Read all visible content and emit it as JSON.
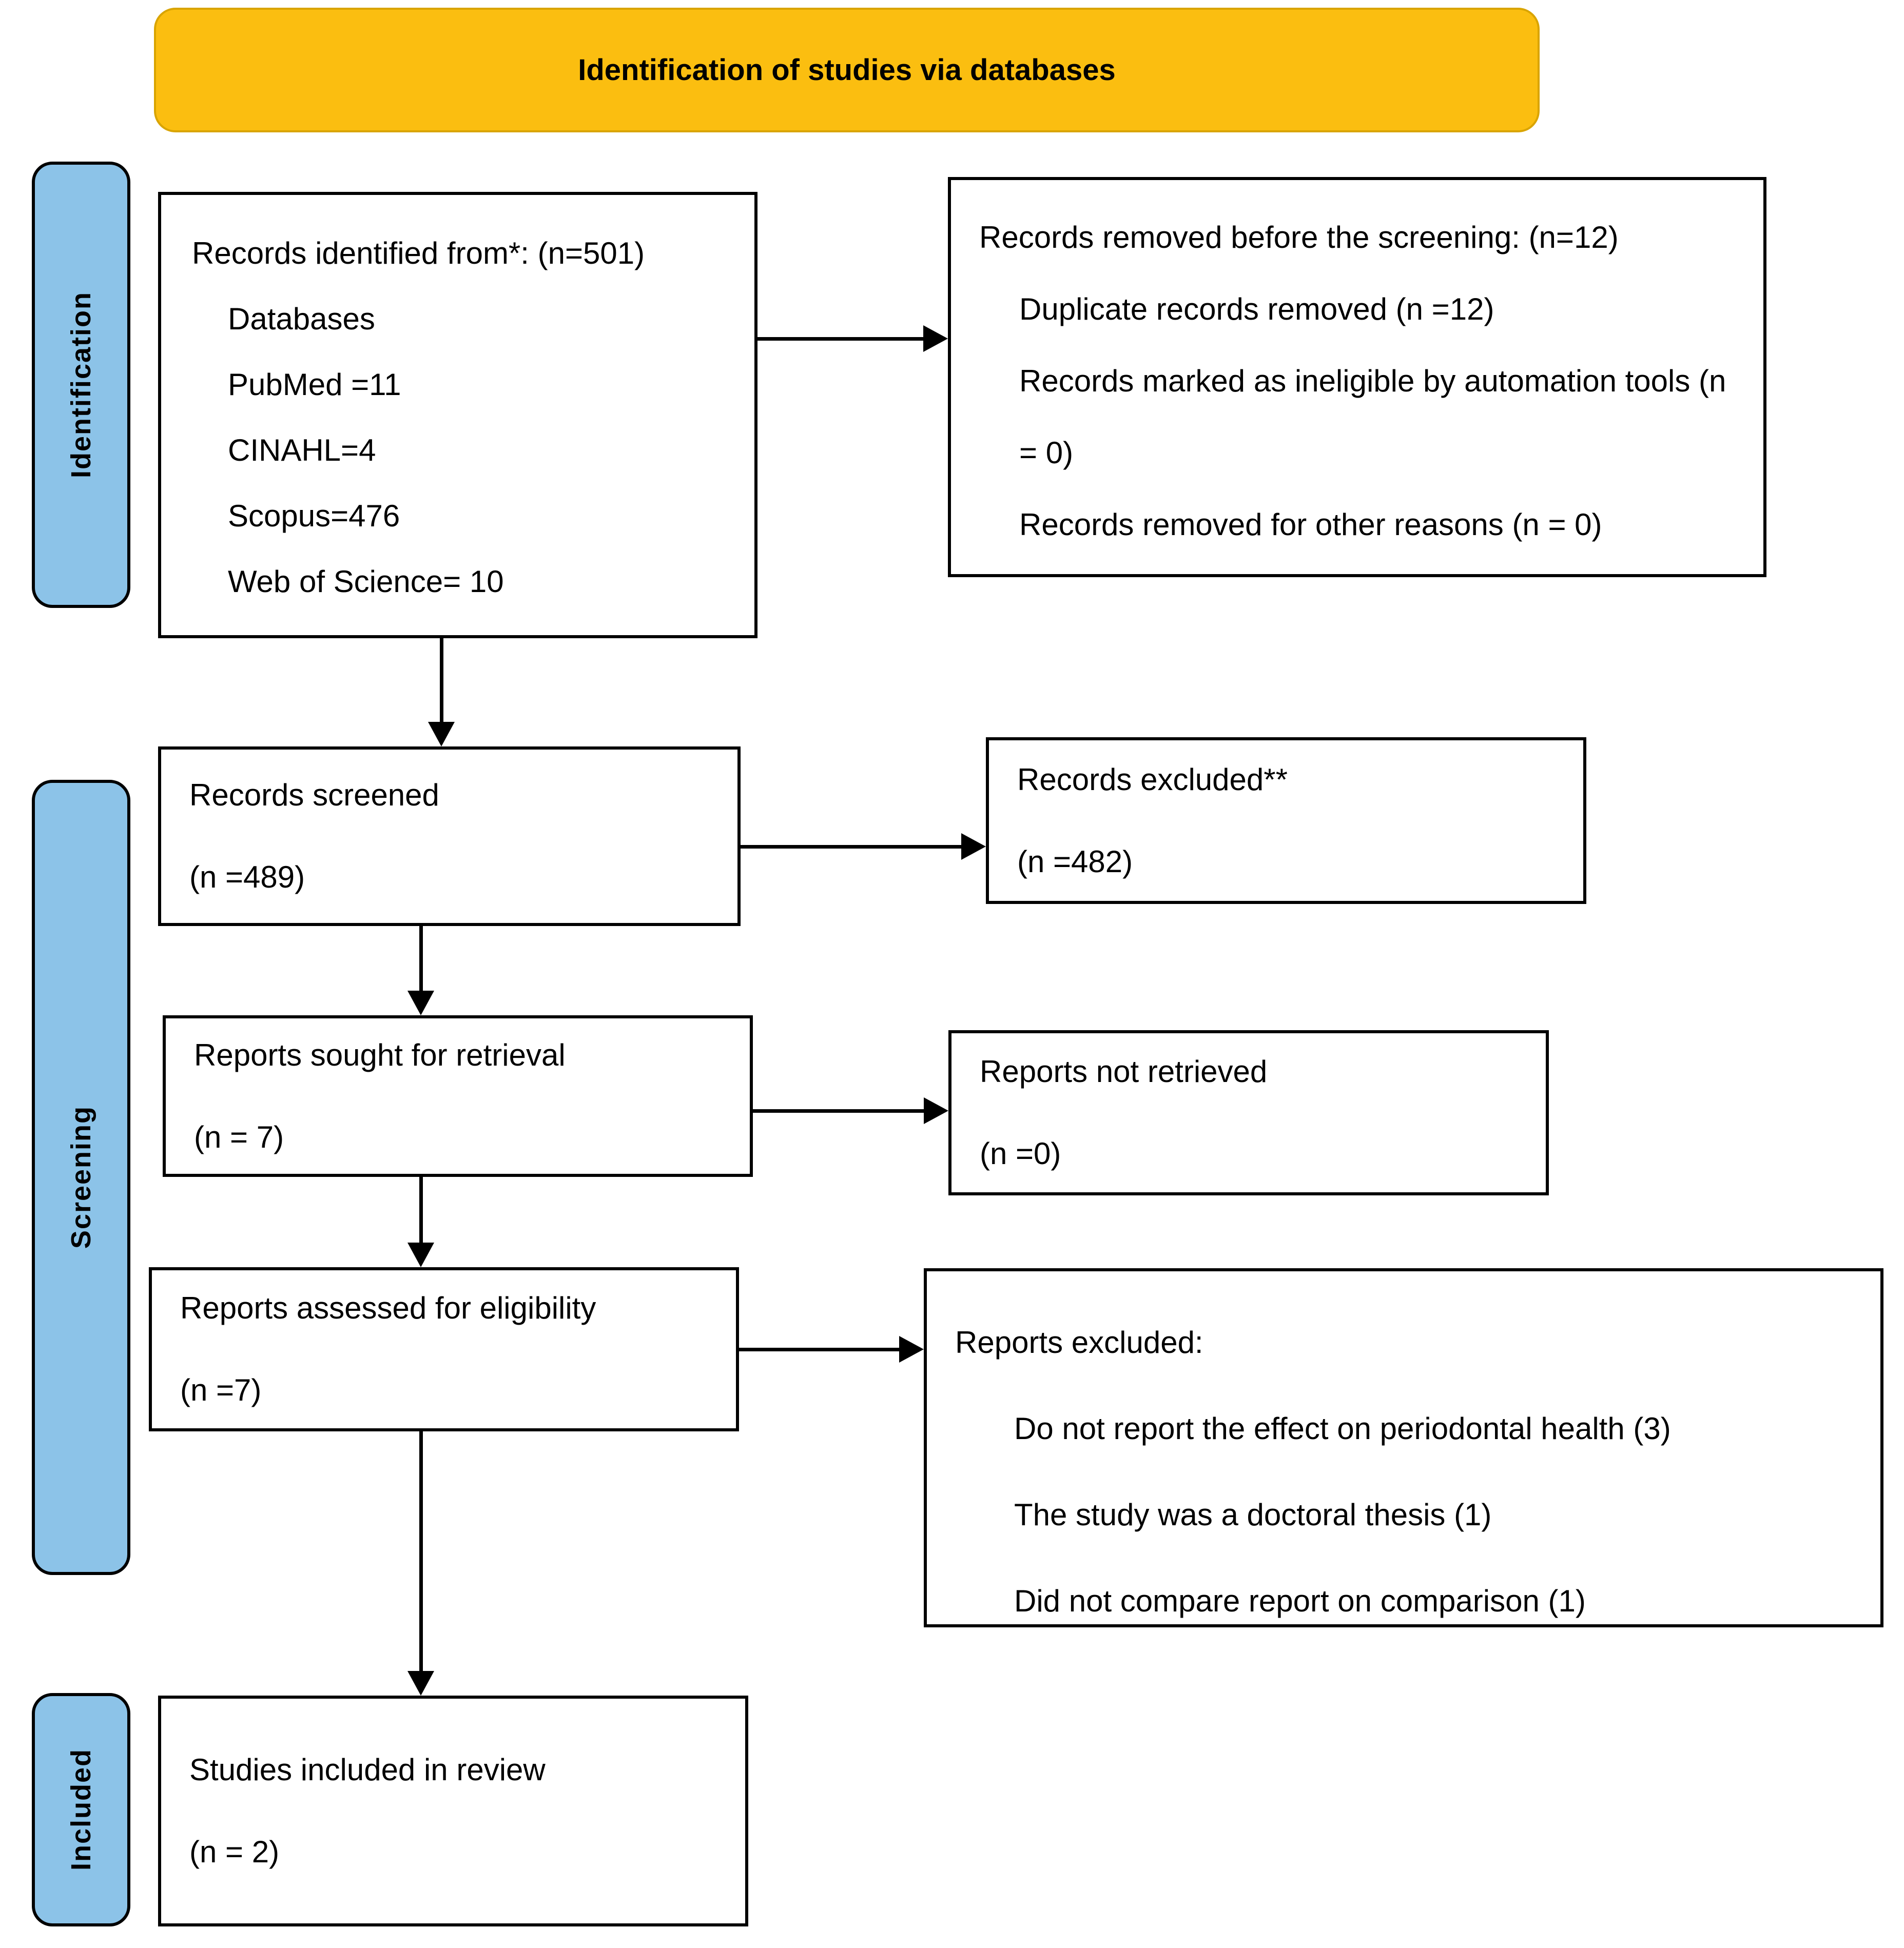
{
  "banner": {
    "label": "Identification of studies via databases"
  },
  "stages": {
    "identification": "Identification",
    "screening": "Screening",
    "included": "Included"
  },
  "boxes": {
    "records_identified": {
      "title": "Records identified from*: (n=501)",
      "items": [
        "Databases",
        "PubMed =11",
        "CINAHL=4",
        "Scopus=476",
        "Web of Science= 10"
      ]
    },
    "records_removed": {
      "title": "Records removed before the screening: (n=12)",
      "items": [
        "Duplicate records removed (n =12)",
        "Records marked as ineligible by automation tools (n = 0)",
        "Records removed for other reasons (n = 0)"
      ]
    },
    "records_screened": {
      "line1": "Records screened",
      "line2": "(n =489)"
    },
    "records_excluded": {
      "line1": "Records excluded**",
      "line2": "(n =482)"
    },
    "reports_sought": {
      "line1": "Reports sought for retrieval",
      "line2": "(n = 7)"
    },
    "reports_not_retrieved": {
      "line1": "Reports not retrieved",
      "line2": "(n =0)"
    },
    "reports_assessed": {
      "line1": "Reports assessed for eligibility",
      "line2": "(n =7)"
    },
    "reports_excluded": {
      "title": "Reports excluded:",
      "items": [
        "Do not report the effect on periodontal health (3)",
        "The study was a doctoral thesis (1)",
        "Did not compare report on comparison (1)"
      ]
    },
    "studies_included": {
      "line1": "Studies included in review",
      "line2": "(n = 2)"
    }
  },
  "colors": {
    "banner_fill": "#FBBE10",
    "banner_border": "#D9A400",
    "stage_fill": "#8CC3E8",
    "box_border": "#000000"
  }
}
